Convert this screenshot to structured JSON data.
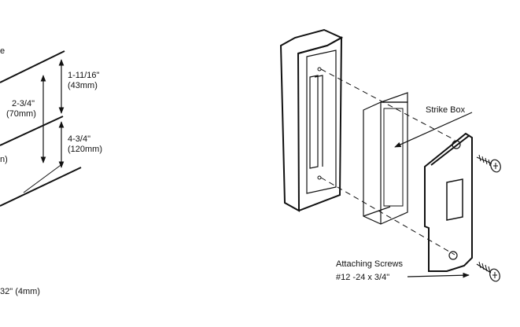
{
  "labels": {
    "e_fragment": "e",
    "dim_1_11_16": "1-11/16\"",
    "dim_43mm": "(43mm)",
    "dim_2_3_4": "2-3/4\"",
    "dim_70mm": "(70mm)",
    "dim_4_3_4": "4-3/4\"",
    "dim_120mm": "(120mm)",
    "n_fragment": "n)",
    "dim_32_4mm": "32\" (4mm)",
    "strike_box": "Strike Box",
    "attaching_screws": "Attaching Screws",
    "screw_spec": "#12 -24 x 3/4\""
  },
  "colors": {
    "line": "#111111",
    "background": "#ffffff",
    "strike_box_fill": "#f2f2f2"
  }
}
